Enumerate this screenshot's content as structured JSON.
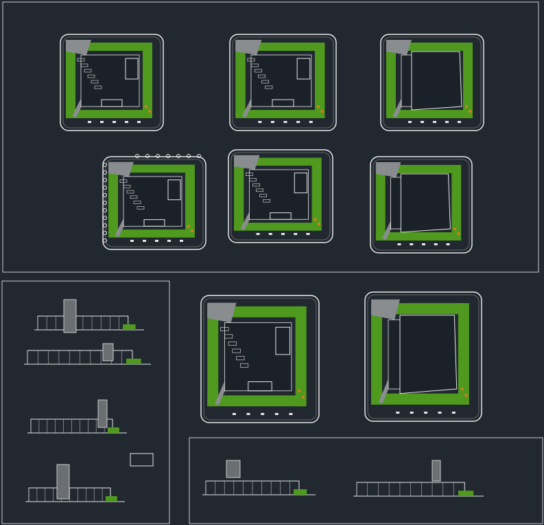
{
  "drawing": {
    "background_color": "#212830",
    "frame_color": "#c9cdd2",
    "landscape_color": "#4f9a1e",
    "paving_color": "#8a8d90",
    "accent_color": "#e07b1e",
    "line_color": "#e8e8e8"
  },
  "sheets": {
    "site_plans_sheet": {
      "plan_count": 6
    },
    "elevations_sheet": {
      "elevation_count": 4
    },
    "floor_plans_sheet": {
      "plan_count": 2
    },
    "sections_sheet": {
      "section_count": 2
    }
  }
}
